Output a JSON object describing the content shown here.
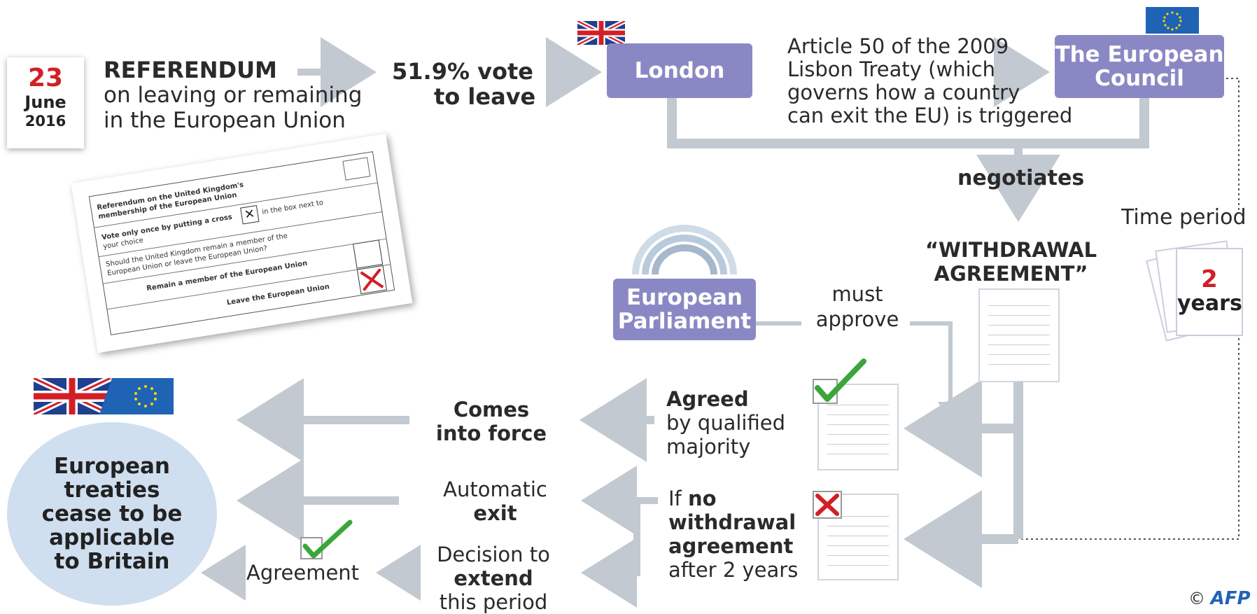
{
  "date": {
    "day": "23",
    "month": "June",
    "year": "2016"
  },
  "referendum": {
    "title": "REFERENDUM",
    "subtitle_line1": "on leaving or remaining",
    "subtitle_line2": "in the European Union"
  },
  "vote_result": {
    "line1": "51.9% vote",
    "line2": "to leave"
  },
  "london_label": "London",
  "article50": {
    "line1": "Article 50 of the 2009",
    "line2": "Lisbon Treaty (which",
    "line3": "governs how a country",
    "line4": "can exit the EU) is triggered"
  },
  "council": {
    "line1": "The European",
    "line2": "Council"
  },
  "negotiates_label": "negotiates",
  "withdrawal": {
    "line1": "“WITHDRAWAL",
    "line2": "AGREEMENT”"
  },
  "time_period": {
    "label": "Time period",
    "number": "2",
    "unit": "years"
  },
  "parliament": {
    "line1": "European",
    "line2": "Parliament"
  },
  "must_approve": {
    "line1": "must",
    "line2": "approve"
  },
  "agreed": {
    "bold": "Agreed",
    "line2": "by qualified",
    "line3": "majority"
  },
  "comes_into_force": {
    "line1": "Comes",
    "line2": "into force"
  },
  "no_agreement": {
    "prefix": "If ",
    "bold1": "no",
    "bold2": "withdrawal",
    "bold3": "agreement",
    "line4": "after 2 years"
  },
  "automatic_exit": {
    "line1": "Automatic",
    "line2": "exit"
  },
  "decision_extend": {
    "line1": "Decision to",
    "bold": "extend",
    "line3": "this period"
  },
  "agreement_label": "Agreement",
  "treaties": {
    "line1": "European",
    "line2": "treaties",
    "line3": "cease to be",
    "line4": "applicable",
    "line5": "to Britain"
  },
  "credit": {
    "symbol": "©",
    "name": "AFP"
  },
  "ballot": {
    "heading1": "Referendum on the United Kingdom's",
    "heading2": "membership of the European Union",
    "instruction1": "Vote only once by putting a cross",
    "instruction2": "in the box next to",
    "instruction3": "your choice",
    "question1": "Should the United Kingdom remain a member of the",
    "question2": "European Union or leave the European Union?",
    "option1": "Remain a member of the European Union",
    "option2": "Leave the European Union"
  },
  "colors": {
    "purple": "#8a88c4",
    "arrow": "#c2c9d0",
    "red": "#d21f26",
    "green": "#3aa63a",
    "circle": "#cfdff0",
    "eu_blue": "#1f63b5"
  }
}
